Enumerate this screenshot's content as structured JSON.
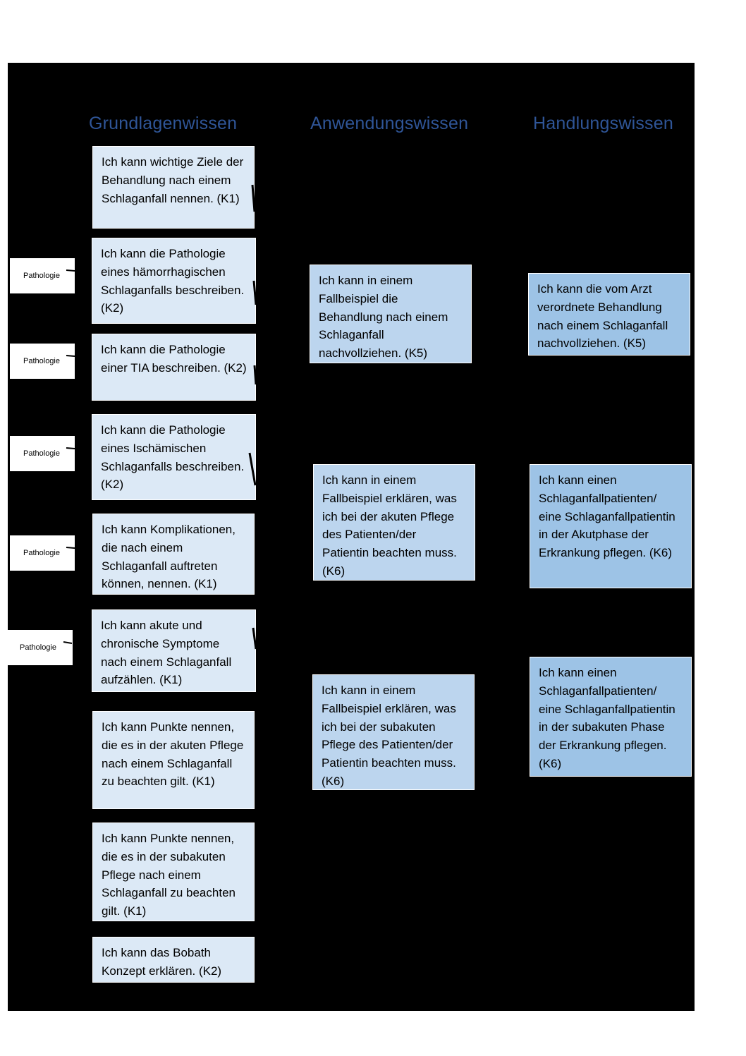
{
  "columns": {
    "basic": "Grundlagenwissen",
    "application": "Anwendungswissen",
    "action": "Handlungswissen"
  },
  "tag_label": "Pathologie",
  "basic_items": [
    "Ich kann wichtige Ziele der Behandlung nach einem Schlaganfall nennen. (K1)",
    "Ich kann die Pathologie eines hämorrhagischen Schlaganfalls beschreiben. (K2)",
    "Ich kann die Pathologie einer TIA beschreiben. (K2)",
    "Ich kann die Pathologie eines Ischämischen Schlaganfalls beschreiben. (K2)",
    "Ich kann Komplikationen, die nach einem Schlaganfall auftreten können, nennen. (K1)",
    "Ich kann akute und chronische Symptome nach einem Schlaganfall aufzählen. (K1)",
    "Ich kann Punkte nennen, die es in der akuten Pflege nach einem Schlaganfall zu beachten gilt. (K1)",
    "Ich kann Punkte nennen, die es in der subakuten Pflege nach einem Schlaganfall zu beachten gilt. (K1)",
    "Ich kann das Bobath Konzept erklären. (K2)"
  ],
  "application_items": [
    "Ich kann in einem Fallbeispiel die Behandlung nach einem Schlaganfall nachvollziehen. (K5)",
    "Ich kann in einem Fallbeispiel erklären, was ich bei der akuten Pflege des Patienten/der Patientin beachten muss. (K6)",
    "Ich kann in einem Fallbeispiel erklären, was ich bei der subakuten Pflege des Patienten/der Patientin beachten muss. (K6)"
  ],
  "action_items": [
    "Ich kann die vom Arzt verordnete Behandlung nach einem Schlaganfall nachvollziehen. (K5)",
    "Ich kann einen Schlaganfallpatienten/ eine Schlaganfallpatientin in der Akutphase der Erkrankung pflegen. (K6)",
    "Ich kann einen Schlaganfallpatienten/ eine Schlaganfallpatientin in der subakuten Phase der Erkrankung pflegen. (K6)"
  ],
  "colors": {
    "background": "#000000",
    "heading": "#2f5597",
    "basic_box": "#dce9f6",
    "application_box": "#bcd5ee",
    "action_box": "#9dc3e6"
  }
}
